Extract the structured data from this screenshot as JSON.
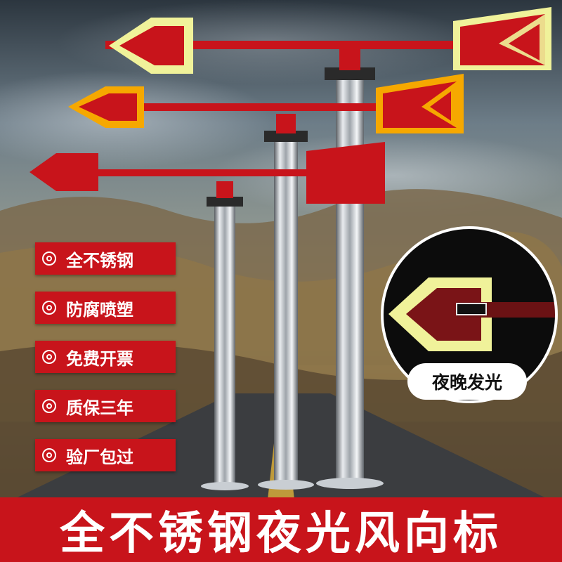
{
  "features": [
    {
      "label": "全不锈钢",
      "icon": "double-circle-bullet-icon"
    },
    {
      "label": "防腐喷塑",
      "icon": "double-circle-bullet-icon"
    },
    {
      "label": "免费开票",
      "icon": "double-circle-bullet-icon"
    },
    {
      "label": "质保三年",
      "icon": "double-circle-bullet-icon"
    },
    {
      "label": "验厂包过",
      "icon": "double-circle-bullet-icon"
    }
  ],
  "night_label": "夜晚发光",
  "title": "全不锈钢夜光风向标",
  "colors": {
    "brand_red": "#c8141b",
    "glow_yellow": "#f0f29a",
    "reflective_orange": "#f6a800",
    "sky": "#5f6f7c",
    "road": "#3b3d40"
  }
}
